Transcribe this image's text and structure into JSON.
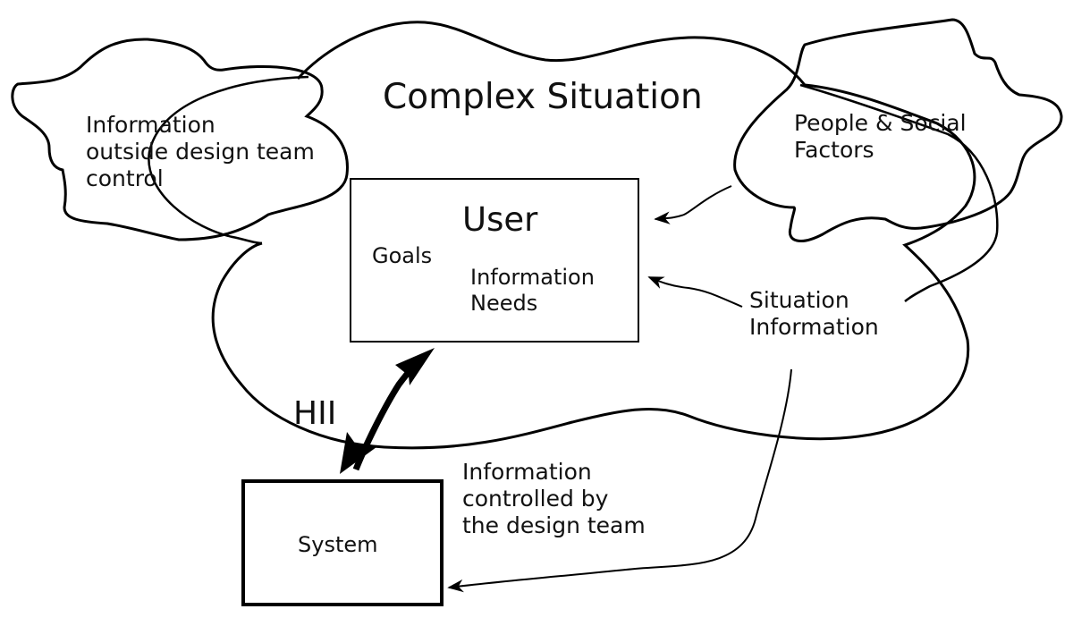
{
  "diagram": {
    "title": "Complex Situation",
    "colors": {
      "stroke": "#000000",
      "text": "#111111",
      "background": "#ffffff"
    },
    "clouds": {
      "complex_situation": {
        "label": "Complex Situation"
      },
      "outside_info": {
        "label": "Information\noutside design team\ncontrol"
      },
      "people_social": {
        "label": "People & Social\nFactors"
      }
    },
    "boxes": {
      "user": {
        "title": "User",
        "goals": "Goals",
        "needs": "Information\nNeeds"
      },
      "system": {
        "label": "System"
      }
    },
    "labels": {
      "situation_info": "Situation\nInformation",
      "hii": "HII",
      "controlled_info": "Information\ncontrolled by\nthe design team"
    },
    "connectors": [
      {
        "from": "People & Social Factors",
        "to": "User",
        "type": "arrow"
      },
      {
        "from": "Situation Information",
        "to": "User",
        "type": "arrow"
      },
      {
        "from": "Situation Information",
        "to": "System",
        "type": "arrow"
      },
      {
        "from": "User",
        "to": "System",
        "type": "bidirectional-arrow",
        "label": "HII"
      }
    ]
  }
}
